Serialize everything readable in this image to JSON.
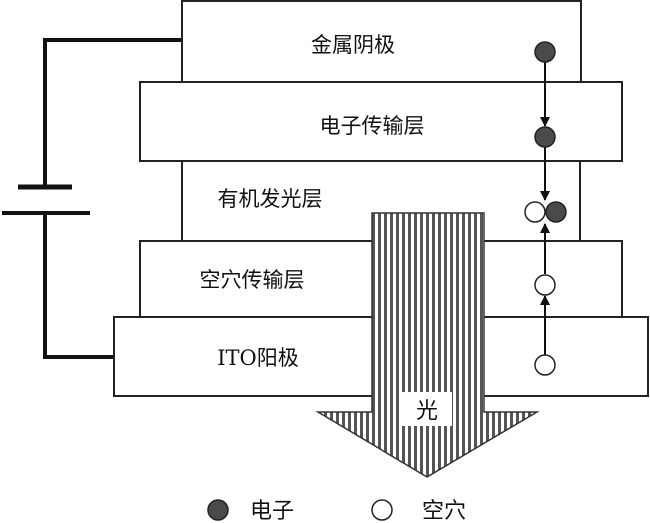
{
  "layers": [
    {
      "id": "metal-cathode",
      "label": "金属阴极"
    },
    {
      "id": "electron-transport",
      "label": "电子传输层"
    },
    {
      "id": "emissive",
      "label": "有机发光层"
    },
    {
      "id": "hole-transport",
      "label": "空穴传输层"
    },
    {
      "id": "ito-anode",
      "label": "ITO阳极"
    }
  ],
  "light_label": "光",
  "legend": {
    "electron": "电子",
    "hole": "空穴"
  },
  "colors": {
    "electron": "#4a4a4a",
    "line": "#111111",
    "stripe": "#555555"
  }
}
